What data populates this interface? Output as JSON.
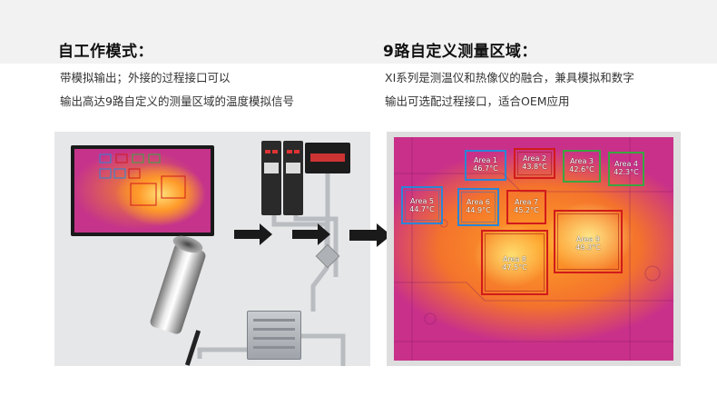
{
  "left": {
    "heading": "自工作模式：",
    "lines": [
      "带模拟输出；外接的过程接口可以",
      "输出高达9路自定义的测量区域的温度模拟信号"
    ]
  },
  "right": {
    "heading": "9路自定义测量区域：",
    "lines": [
      "XI系列是测温仪和热像仪的融合，兼具模拟和数字",
      "输出可选配过程接口，适合OEM应用"
    ]
  },
  "areas": [
    {
      "name": "Area 1",
      "temp": "46.7°C",
      "color": "#2a86d6"
    },
    {
      "name": "Area 2",
      "temp": "43.8°C",
      "color": "#d11b1b"
    },
    {
      "name": "Area 3",
      "temp": "42.6°C",
      "color": "#3aa640"
    },
    {
      "name": "Area 4",
      "temp": "42.3°C",
      "color": "#3aa640"
    },
    {
      "name": "Area 5",
      "temp": "44.7°C",
      "color": "#2a86d6"
    },
    {
      "name": "Area 6",
      "temp": "44.9°C",
      "color": "#2a86d6"
    },
    {
      "name": "Area 7",
      "temp": "45.2°C",
      "color": "#d11b1b"
    },
    {
      "name": "Area 8",
      "temp": "47.5°C",
      "color": "#d11b1b"
    },
    {
      "name": "Area 9",
      "temp": "49.3°C",
      "color": "#d11b1b"
    }
  ],
  "colors": {
    "band": "#f2f2f2",
    "arrow": "#1a1a1a",
    "cable": "#b9bcc0"
  }
}
